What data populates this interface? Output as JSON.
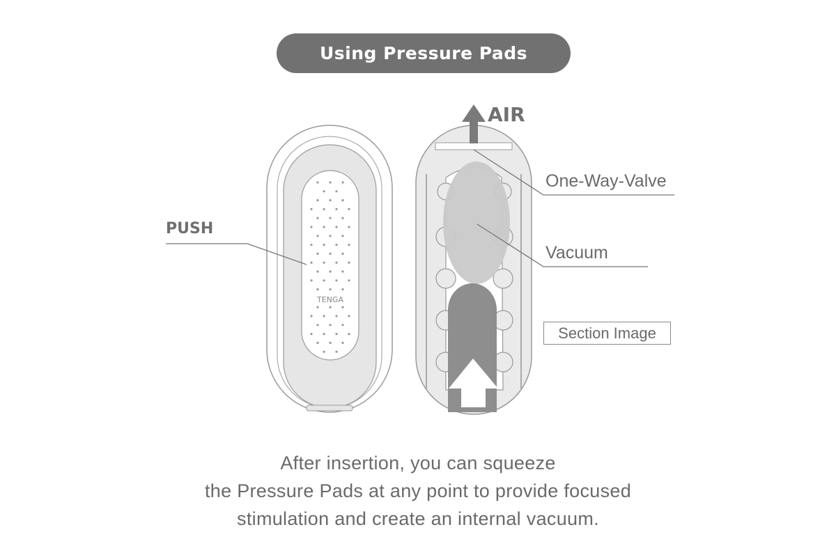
{
  "title": "Using Pressure Pads",
  "labels": {
    "push": "PUSH",
    "air": "AIR",
    "valve": "One-Way-Valve",
    "vacuum": "Vacuum",
    "section": "Section Image",
    "logo": "TENGA"
  },
  "caption": [
    "After insertion, you can squeeze",
    "the Pressure Pads at any point to provide focused",
    "stimulation and create an internal vacuum."
  ],
  "colors": {
    "pill": "#717171",
    "text": "#6a6a6a",
    "vacuum": "#c9c9c9",
    "dark": "#8e8e8e"
  }
}
